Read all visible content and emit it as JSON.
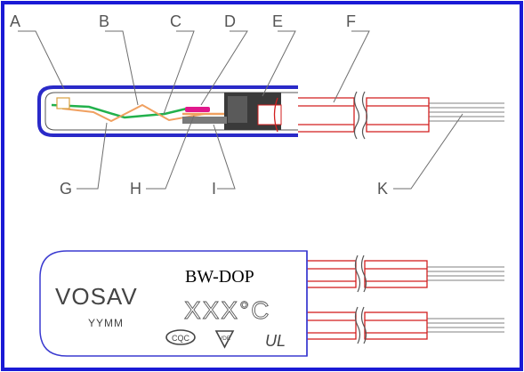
{
  "colors": {
    "border": "#1a1ad6",
    "casing": "#2a2ac8",
    "lead_red": "#d21e1e",
    "leader": "#6e6e6e",
    "green": "#22b14c",
    "orange": "#f0a060",
    "magenta": "#e0188c",
    "dark": "#303030"
  },
  "diagram": {
    "labels": [
      {
        "id": "A",
        "text": "A"
      },
      {
        "id": "B",
        "text": "B"
      },
      {
        "id": "C",
        "text": "C"
      },
      {
        "id": "D",
        "text": "D"
      },
      {
        "id": "E",
        "text": "E"
      },
      {
        "id": "F",
        "text": "F"
      },
      {
        "id": "G",
        "text": "G"
      },
      {
        "id": "H",
        "text": "H"
      },
      {
        "id": "I",
        "text": "I"
      },
      {
        "id": "K",
        "text": "K"
      }
    ]
  },
  "product": {
    "brand": "VOSAV",
    "date_code": "YYMM",
    "model": "BW-DOP",
    "temperature": "XXX°C",
    "certifications": [
      "CQC",
      "VDE",
      "UL"
    ]
  }
}
